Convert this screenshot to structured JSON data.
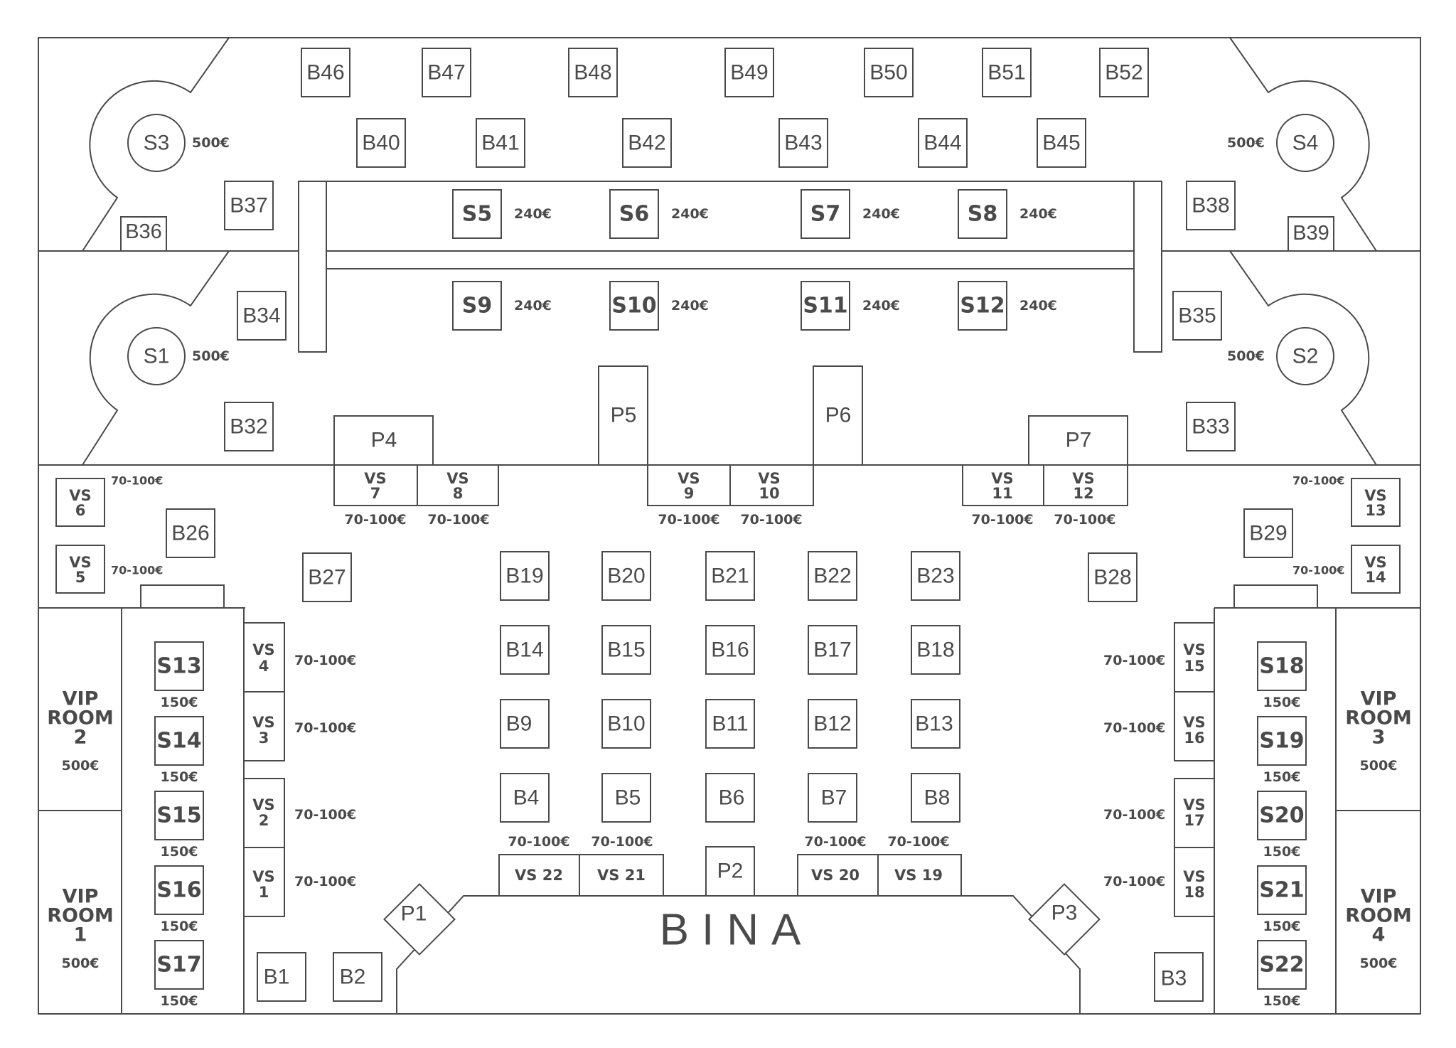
{
  "stage": {
    "label": "BINA"
  },
  "price_labels": {
    "suite_large": "500€",
    "suite_mid": "240€",
    "suite_small": "150€",
    "vs_range": "70-100€",
    "vip": "500€"
  },
  "b_tables": {
    "B1": "B1",
    "B2": "B2",
    "B3": "B3",
    "B4": "B4",
    "B5": "B5",
    "B6": "B6",
    "B7": "B7",
    "B8": "B8",
    "B9": "B9",
    "B10": "B10",
    "B11": "B11",
    "B12": "B12",
    "B13": "B13",
    "B14": "B14",
    "B15": "B15",
    "B16": "B16",
    "B17": "B17",
    "B18": "B18",
    "B19": "B19",
    "B20": "B20",
    "B21": "B21",
    "B22": "B22",
    "B23": "B23",
    "B26": "B26",
    "B27": "B27",
    "B28": "B28",
    "B29": "B29",
    "B32": "B32",
    "B33": "B33",
    "B34": "B34",
    "B35": "B35",
    "B36": "B36",
    "B37": "B37",
    "B38": "B38",
    "B39": "B39",
    "B40": "B40",
    "B41": "B41",
    "B42": "B42",
    "B43": "B43",
    "B44": "B44",
    "B45": "B45",
    "B46": "B46",
    "B47": "B47",
    "B48": "B48",
    "B49": "B49",
    "B50": "B50",
    "B51": "B51",
    "B52": "B52"
  },
  "circle_suites": {
    "S1": "S1",
    "S2": "S2",
    "S3": "S3",
    "S4": "S4"
  },
  "sofa_suites": {
    "S5": "S5",
    "S6": "S6",
    "S7": "S7",
    "S8": "S8",
    "S9": "S9",
    "S10": "S10",
    "S11": "S11",
    "S12": "S12",
    "S13": "S13",
    "S14": "S14",
    "S15": "S15",
    "S16": "S16",
    "S17": "S17",
    "S18": "S18",
    "S19": "S19",
    "S20": "S20",
    "S21": "S21",
    "S22": "S22"
  },
  "platforms": {
    "P1": "P1",
    "P2": "P2",
    "P3": "P3",
    "P4": "P4",
    "P5": "P5",
    "P6": "P6",
    "P7": "P7"
  },
  "vs_prefix": "VS",
  "vs_numbers": {
    "1": "1",
    "2": "2",
    "3": "3",
    "4": "4",
    "5": "5",
    "6": "6",
    "7": "7",
    "8": "8",
    "9": "9",
    "10": "10",
    "11": "11",
    "12": "12",
    "13": "13",
    "14": "14",
    "15": "15",
    "16": "16",
    "17": "17",
    "18": "18"
  },
  "vs_inline": {
    "VS19": "VS 19",
    "VS20": "VS 20",
    "VS21": "VS 21",
    "VS22": "VS 22"
  },
  "vip_rooms": {
    "word1": "VIP",
    "word2": "ROOM",
    "r1": "1",
    "r2": "2",
    "r3": "3",
    "r4": "4"
  }
}
